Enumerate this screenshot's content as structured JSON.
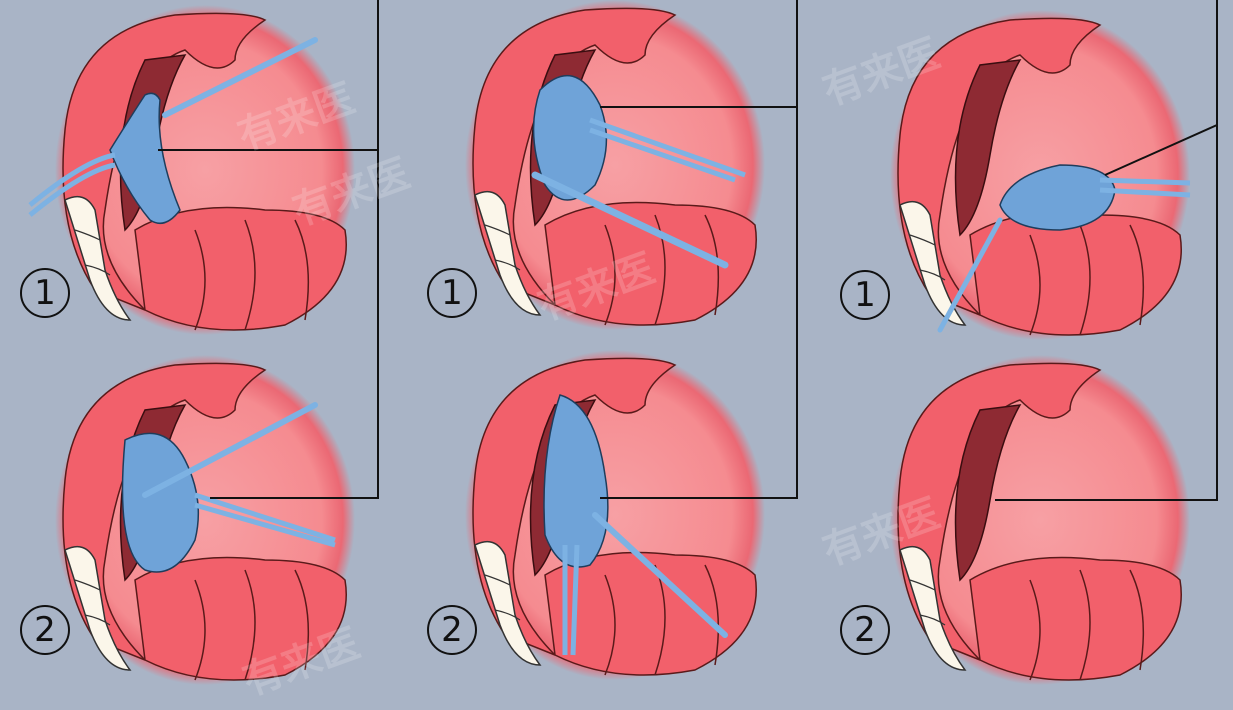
{
  "title": "Surgical steps illustration (oral cavity)",
  "panels": [
    {
      "column": 1,
      "step_label": "1"
    },
    {
      "column": 1,
      "step_label": "2"
    },
    {
      "column": 2,
      "step_label": "1"
    },
    {
      "column": 2,
      "step_label": "2"
    },
    {
      "column": 3,
      "step_label": "1"
    },
    {
      "column": 3,
      "step_label": "2"
    }
  ],
  "watermark": "有来医",
  "colors": {
    "background": "#a9b4c6",
    "gum": "#f2606b",
    "palate": "#f6a3a6",
    "cavity": "#8e2a33",
    "tissue": "#6fa3d8",
    "teeth": "#fbf6ea"
  }
}
